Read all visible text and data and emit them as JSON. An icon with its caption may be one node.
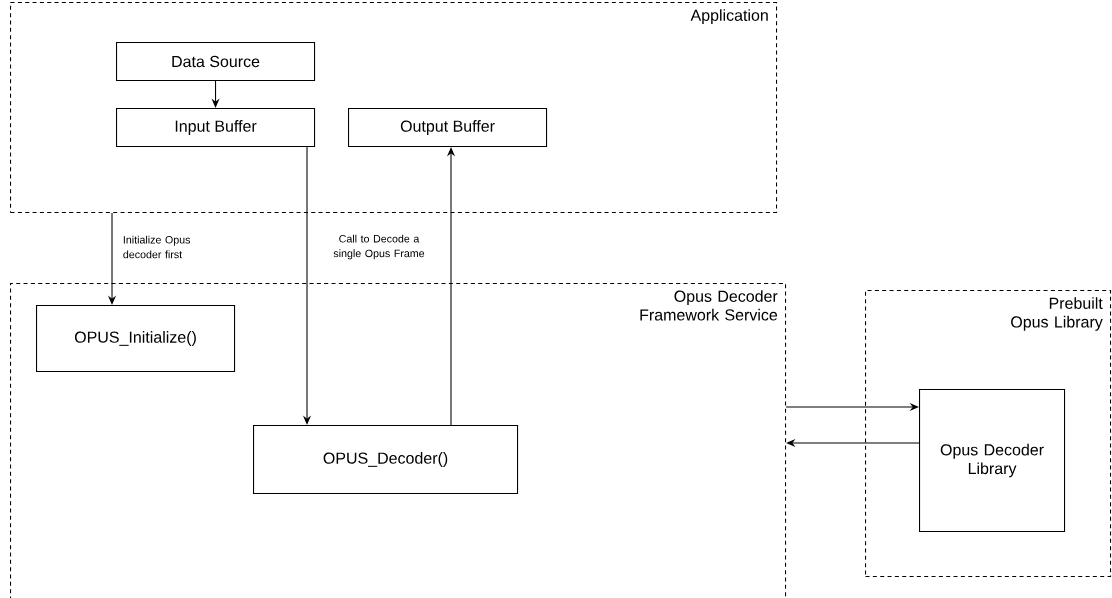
{
  "diagram": {
    "nodes": [
      {
        "text": [
          "Application"
        ]
      },
      {
        "text": [
          "Data Source"
        ],
        "in": 0
      },
      {
        "text": [
          "Input Buffer"
        ],
        "in": 0
      },
      {
        "text": [
          "Output Buffer"
        ],
        "in": 0
      },
      {
        "text": [
          "Opus Decoder Framework Service"
        ]
      },
      {
        "text": [
          "OPUS_Initialize()"
        ],
        "in": 4
      },
      {
        "text": [
          "OPUS_Decoder()"
        ],
        "in": 4
      },
      {
        "text": [
          "Prebuilt Opus Library"
        ]
      },
      {
        "text": [
          "Opus Decoder Library"
        ],
        "in": 7
      }
    ],
    "edges": [
      {
        "from": 1,
        "to": 2,
        "arrow": "to"
      },
      {
        "from": 0,
        "to": 5,
        "arrow": "to",
        "label": "Initialize Opus decoder first"
      },
      {
        "from": 2,
        "to": 6,
        "arrow": "to",
        "label": "Call to Decode a single Opus Frame"
      },
      {
        "from": 6,
        "to": 3,
        "arrow": "to"
      },
      {
        "from": 4,
        "to": 8,
        "arrow": "to"
      },
      {
        "from": 8,
        "to": 4,
        "arrow": "to"
      }
    ]
  }
}
